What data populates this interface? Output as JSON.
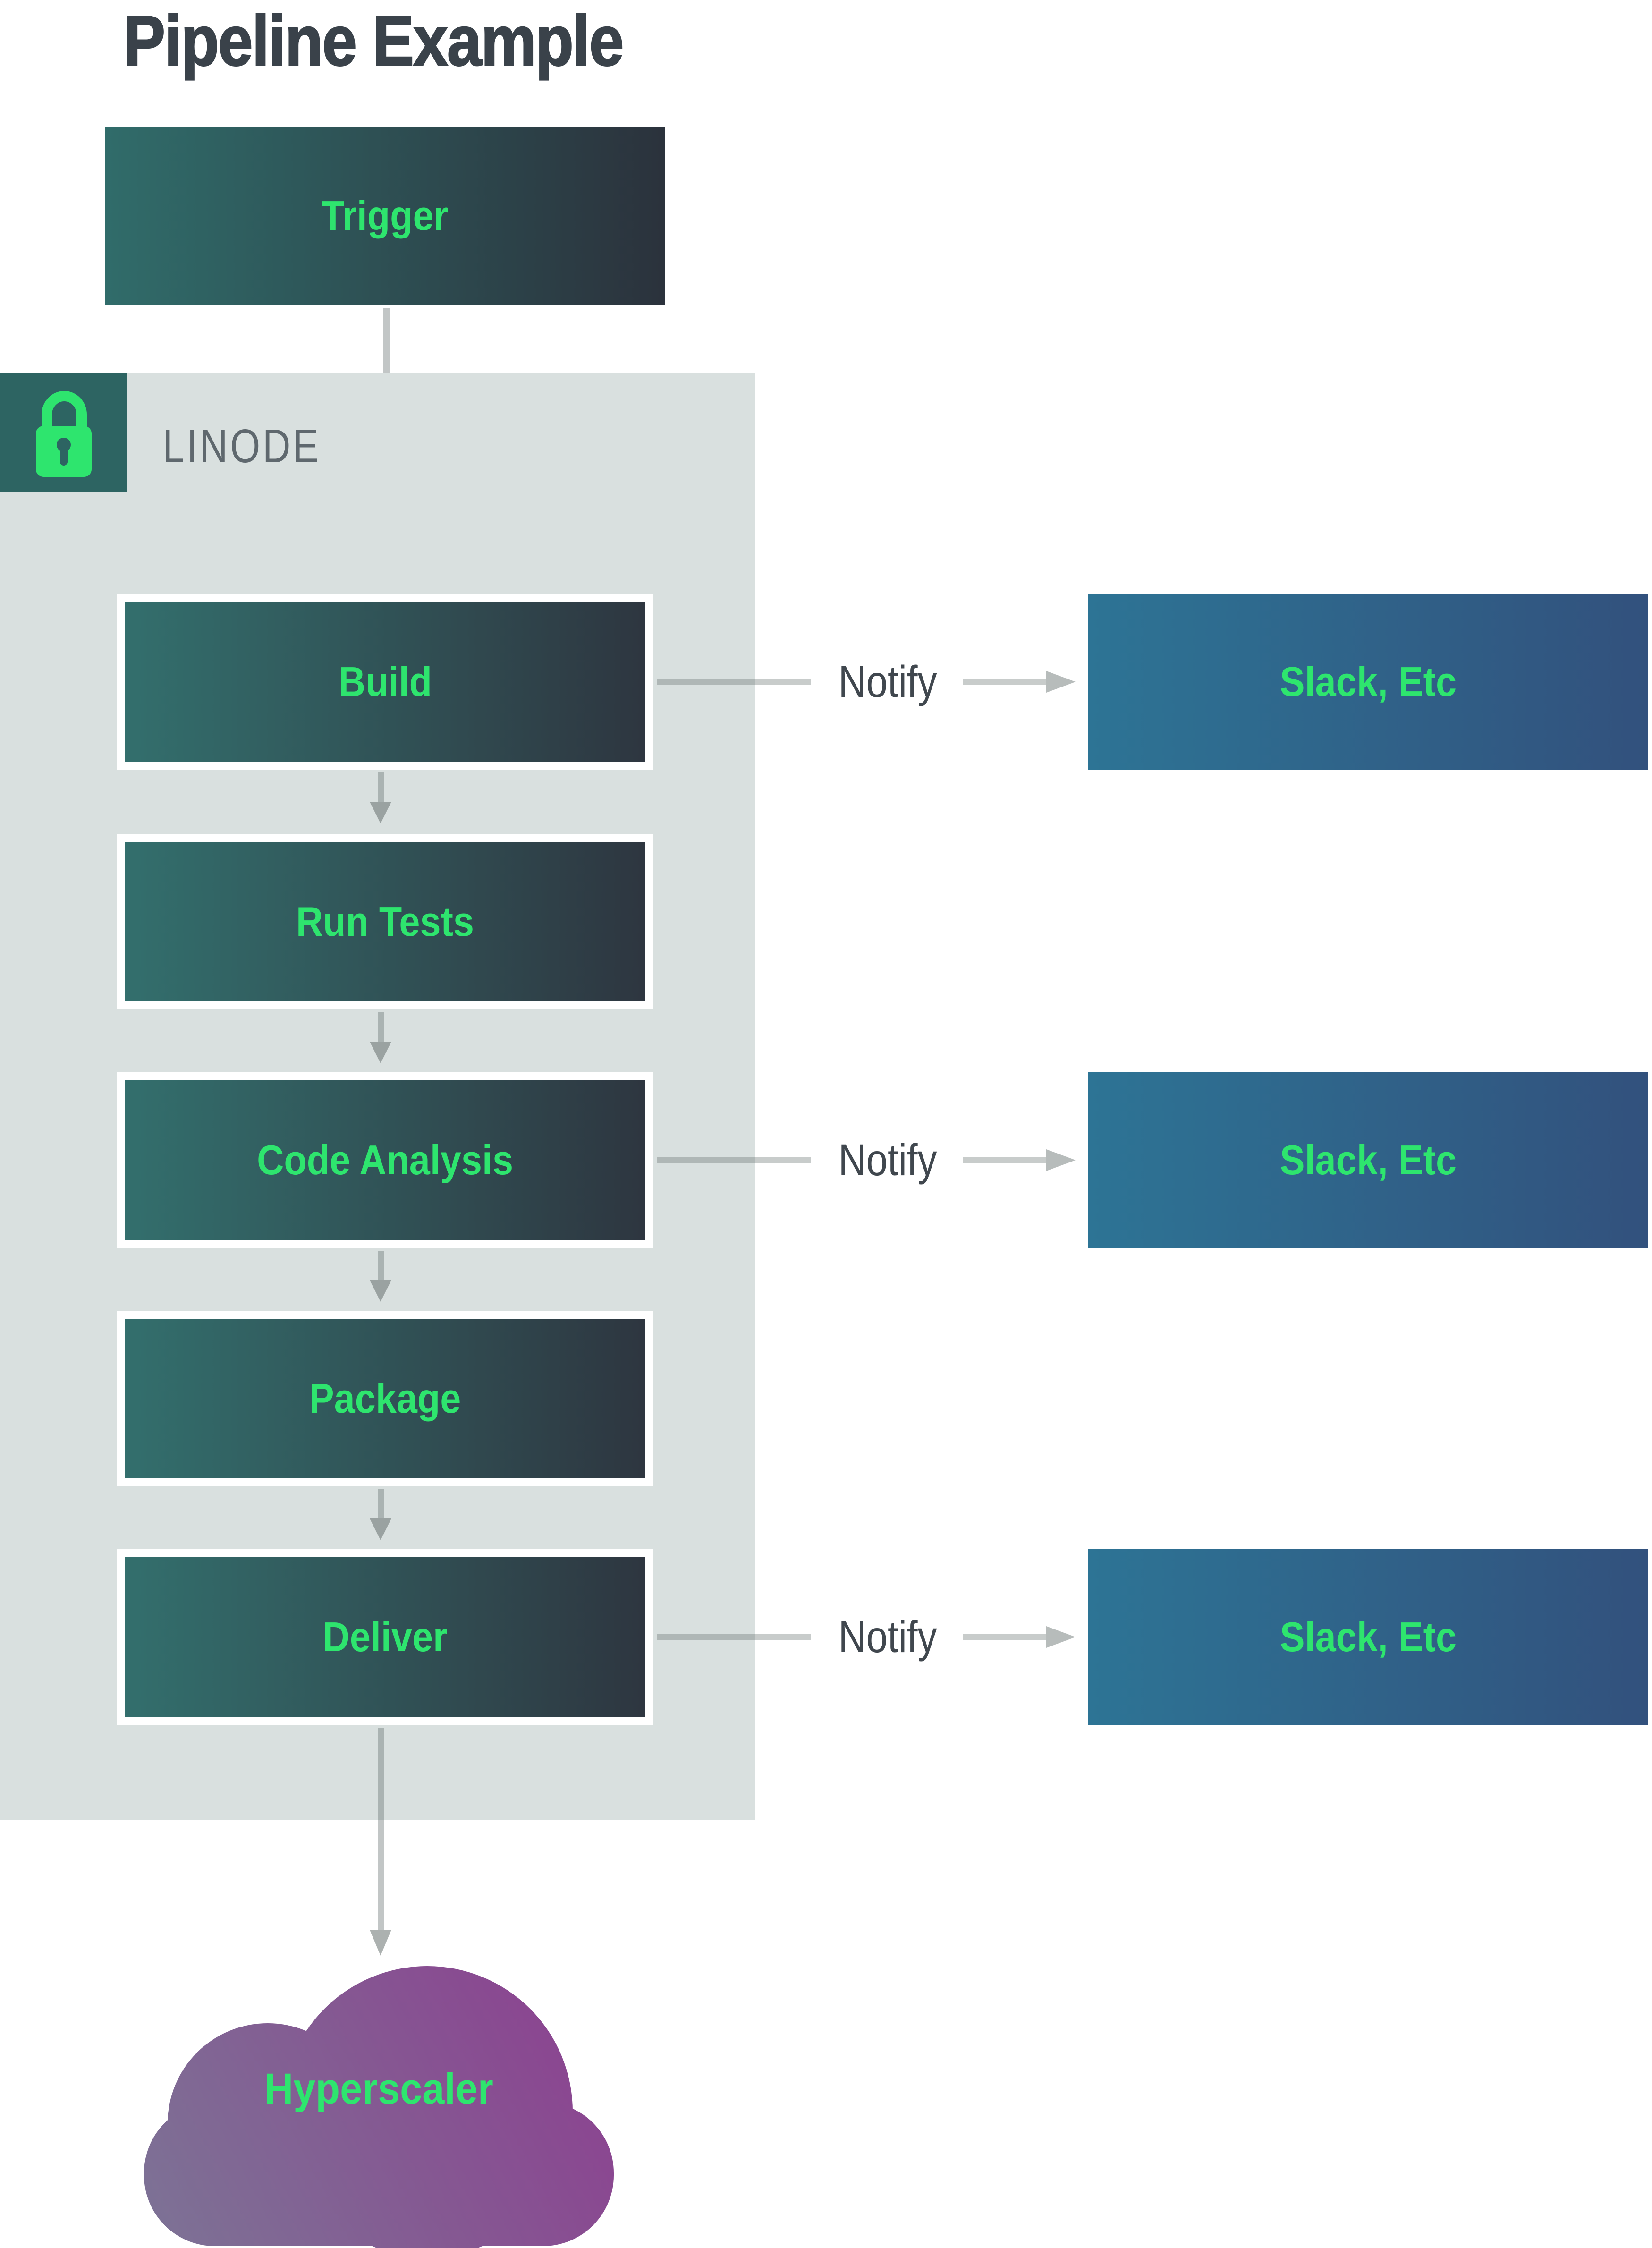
{
  "title": "Pipeline Example",
  "pipeline": {
    "trigger": {
      "label": "Trigger"
    },
    "panel": {
      "label": "LINODE",
      "icon": "lock-icon"
    },
    "stages": [
      {
        "label": "Build",
        "notifies": true
      },
      {
        "label": "Run Tests",
        "notifies": false
      },
      {
        "label": "Code Analysis",
        "notifies": true
      },
      {
        "label": "Package",
        "notifies": false
      },
      {
        "label": "Deliver",
        "notifies": true
      }
    ],
    "notify_rows": [
      {
        "label": "Notify",
        "target": "Slack, Etc"
      },
      {
        "label": "Notify",
        "target": "Slack, Etc"
      },
      {
        "label": "Notify",
        "target": "Slack, Etc"
      }
    ],
    "cloud": {
      "label": "Hyperscaler",
      "icon": "cloud-icon"
    }
  },
  "colors": {
    "page_bg": "#ffffff",
    "title_text": "#3a424a",
    "panel_bg": "#d9e0df",
    "badge_bg": "#2d6462",
    "accent_green": "#2ee56e",
    "stage_gradient_start": "#336f6d",
    "stage_gradient_end": "#2e3640",
    "trigger_gradient_start": "#306c6a",
    "trigger_gradient_end": "#2b323c",
    "slack_gradient_start": "#2d7495",
    "slack_gradient_end": "#32517d",
    "cloud_gradient_start": "#7d7195",
    "cloud_gradient_end": "#8c4190",
    "notify_text": "#40474e",
    "panel_label_text": "#5f686e",
    "arrow_gray": "#9aa3a1"
  }
}
